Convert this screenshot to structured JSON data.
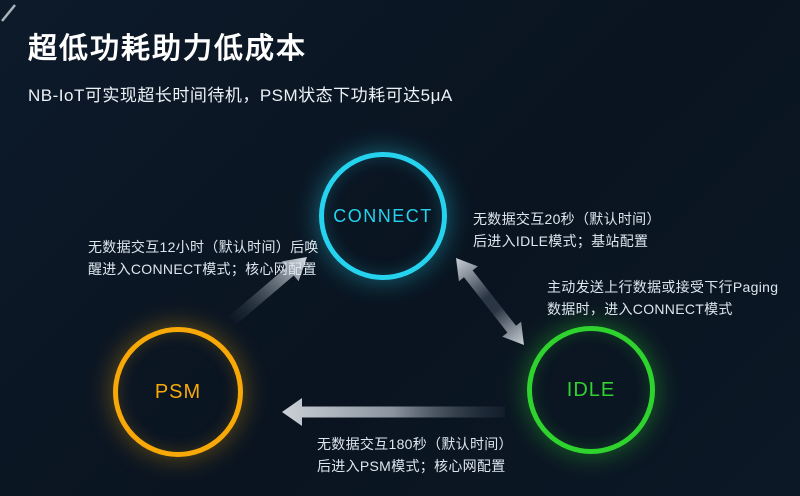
{
  "header": {
    "title": "超低功耗助力低成本",
    "subtitle": "NB-IoT可实现超长时间待机，PSM状态下功耗可达5μA"
  },
  "states": {
    "connect": {
      "label": "CONNECT",
      "color": "#25d3ee"
    },
    "psm": {
      "label": "PSM",
      "color": "#f8a908"
    },
    "idle": {
      "label": "IDLE",
      "color": "#2ed32e"
    }
  },
  "annotations": {
    "connect_to_idle": {
      "line1": "无数据交互20秒（默认时间）",
      "line2": "后进入IDLE模式；基站配置"
    },
    "idle_to_connect": {
      "line1": "主动发送上行数据或接受下行Paging",
      "line2": "数据时，进入CONNECT模式"
    },
    "psm_to_connect": {
      "line1": "无数据交互12小时（默认时间）后唤",
      "line2": "醒进入CONNECT模式；核心网配置"
    },
    "idle_to_psm": {
      "line1": "无数据交互180秒（默认时间）",
      "line2": "后进入PSM模式；核心网配置"
    }
  },
  "colors": {
    "background": "#0b1623",
    "title": "#ffffff",
    "text": "#dde6ee",
    "cyan": "#25d3ee",
    "orange": "#f8a908",
    "green": "#2ed32e",
    "arrow_light": "#ccd1d8",
    "arrow_dark": "#2a3644"
  }
}
